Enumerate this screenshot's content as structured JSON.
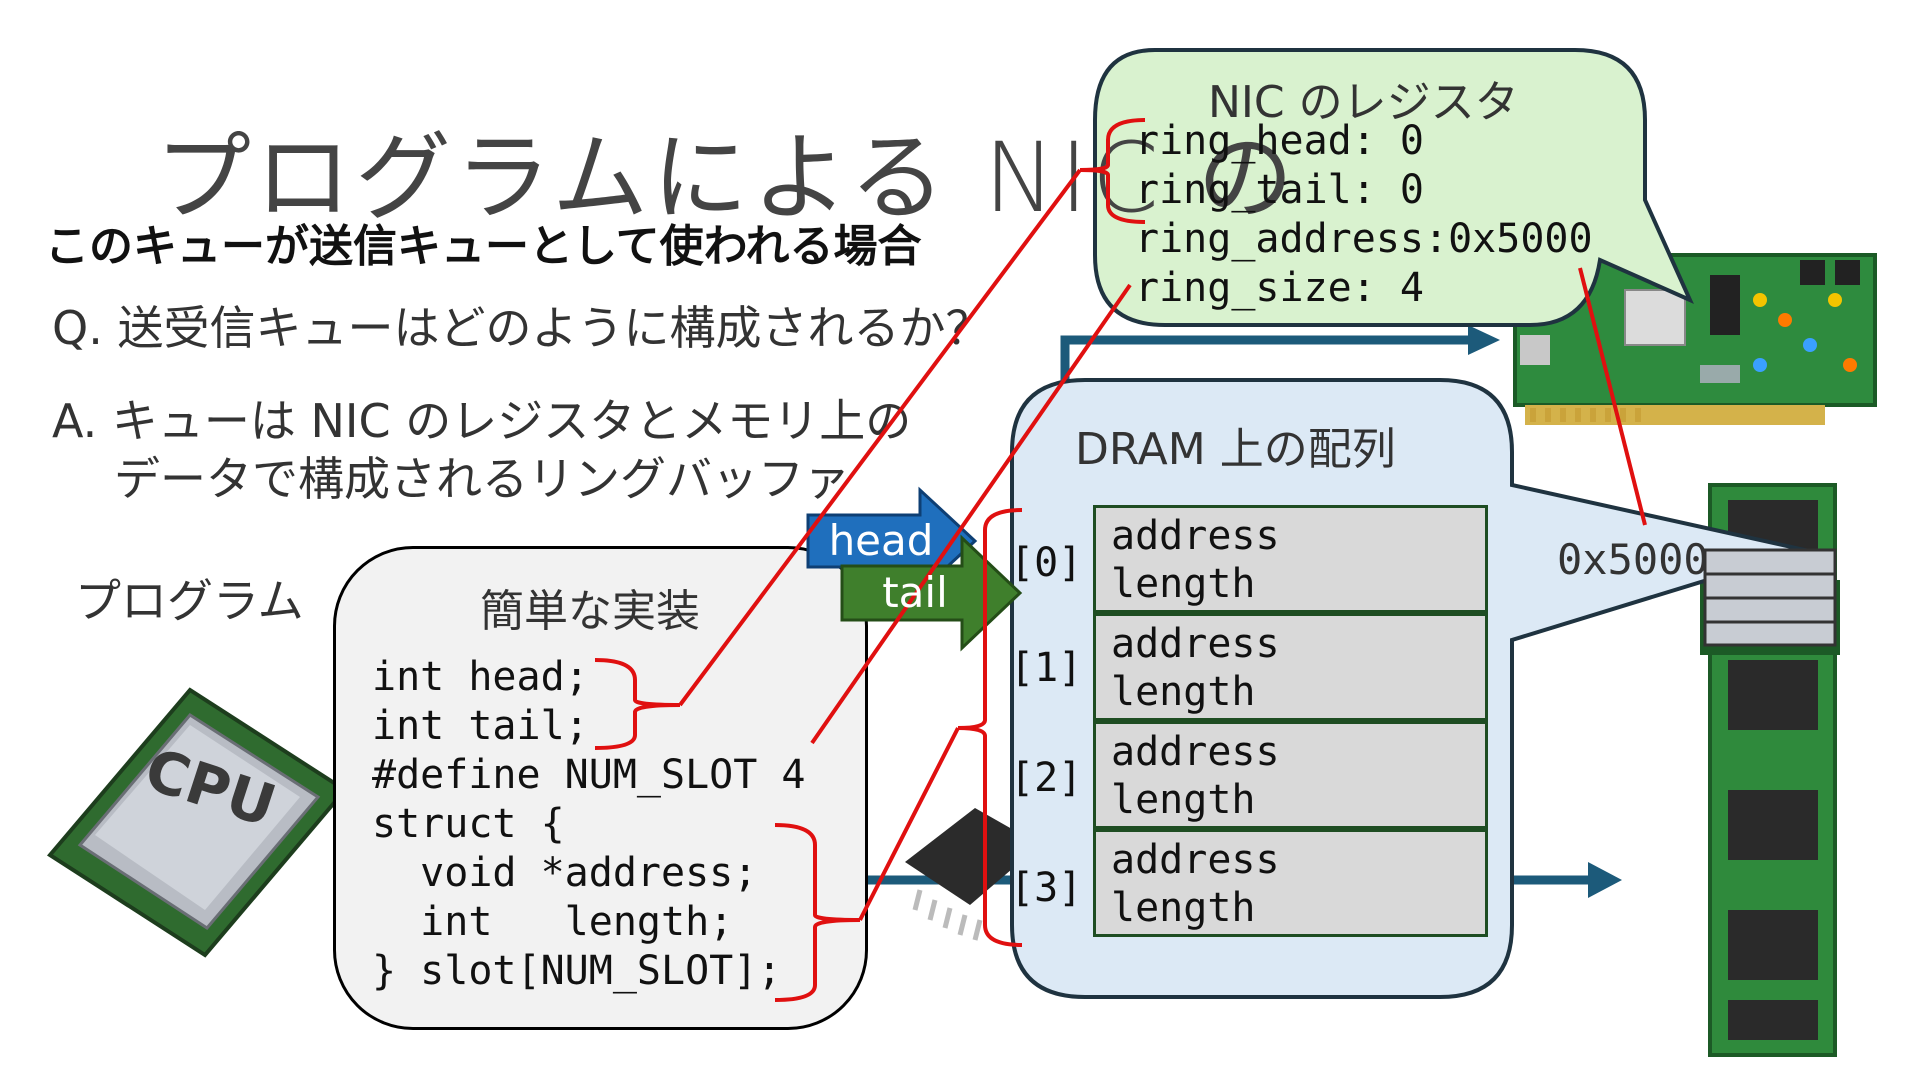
{
  "title": "プログラムによる NIC の",
  "subtitle": "このキューが送信キューとして使われる場合",
  "question": "Q. 送受信キューはどのように構成されるか？",
  "answer_line1": "A. キューは NIC のレジスタとメモリ上の",
  "answer_line2": "データで構成されるリングバッファ",
  "program_label": "プログラム",
  "code_box": {
    "title": "簡単な実装",
    "lines": [
      "int head;",
      "int tail;",
      "#define NUM_SLOT 4",
      "struct {",
      "  void *address;",
      "  int   length;",
      "} slot[NUM_SLOT];"
    ]
  },
  "nic_registers": {
    "title": "NIC のレジスタ",
    "lines": [
      "ring_head: 0",
      "ring_tail: 0",
      "ring_address:0x5000",
      "ring_size: 4"
    ]
  },
  "dram": {
    "title": "DRAM 上の配列",
    "indices": [
      "[0]",
      "[1]",
      "[2]",
      "[3]"
    ],
    "slots": [
      {
        "address": "address",
        "length": "length"
      },
      {
        "address": "address",
        "length": "length"
      },
      {
        "address": "address",
        "length": "length"
      },
      {
        "address": "address",
        "length": "length"
      }
    ],
    "base_address": "0x5000"
  },
  "pointers": {
    "head": "head",
    "tail": "tail"
  },
  "cpu_chip_text": "CPU",
  "colors": {
    "connector_red": "#e01010",
    "head_blue": "#1f6fbd",
    "tail_green": "#3f7f2c",
    "register_bubble": "#d9f2cf",
    "dram_bubble": "#dce9f5",
    "code_bubble": "#f2f2f2",
    "bus_arrow": "#1c5a7a"
  }
}
